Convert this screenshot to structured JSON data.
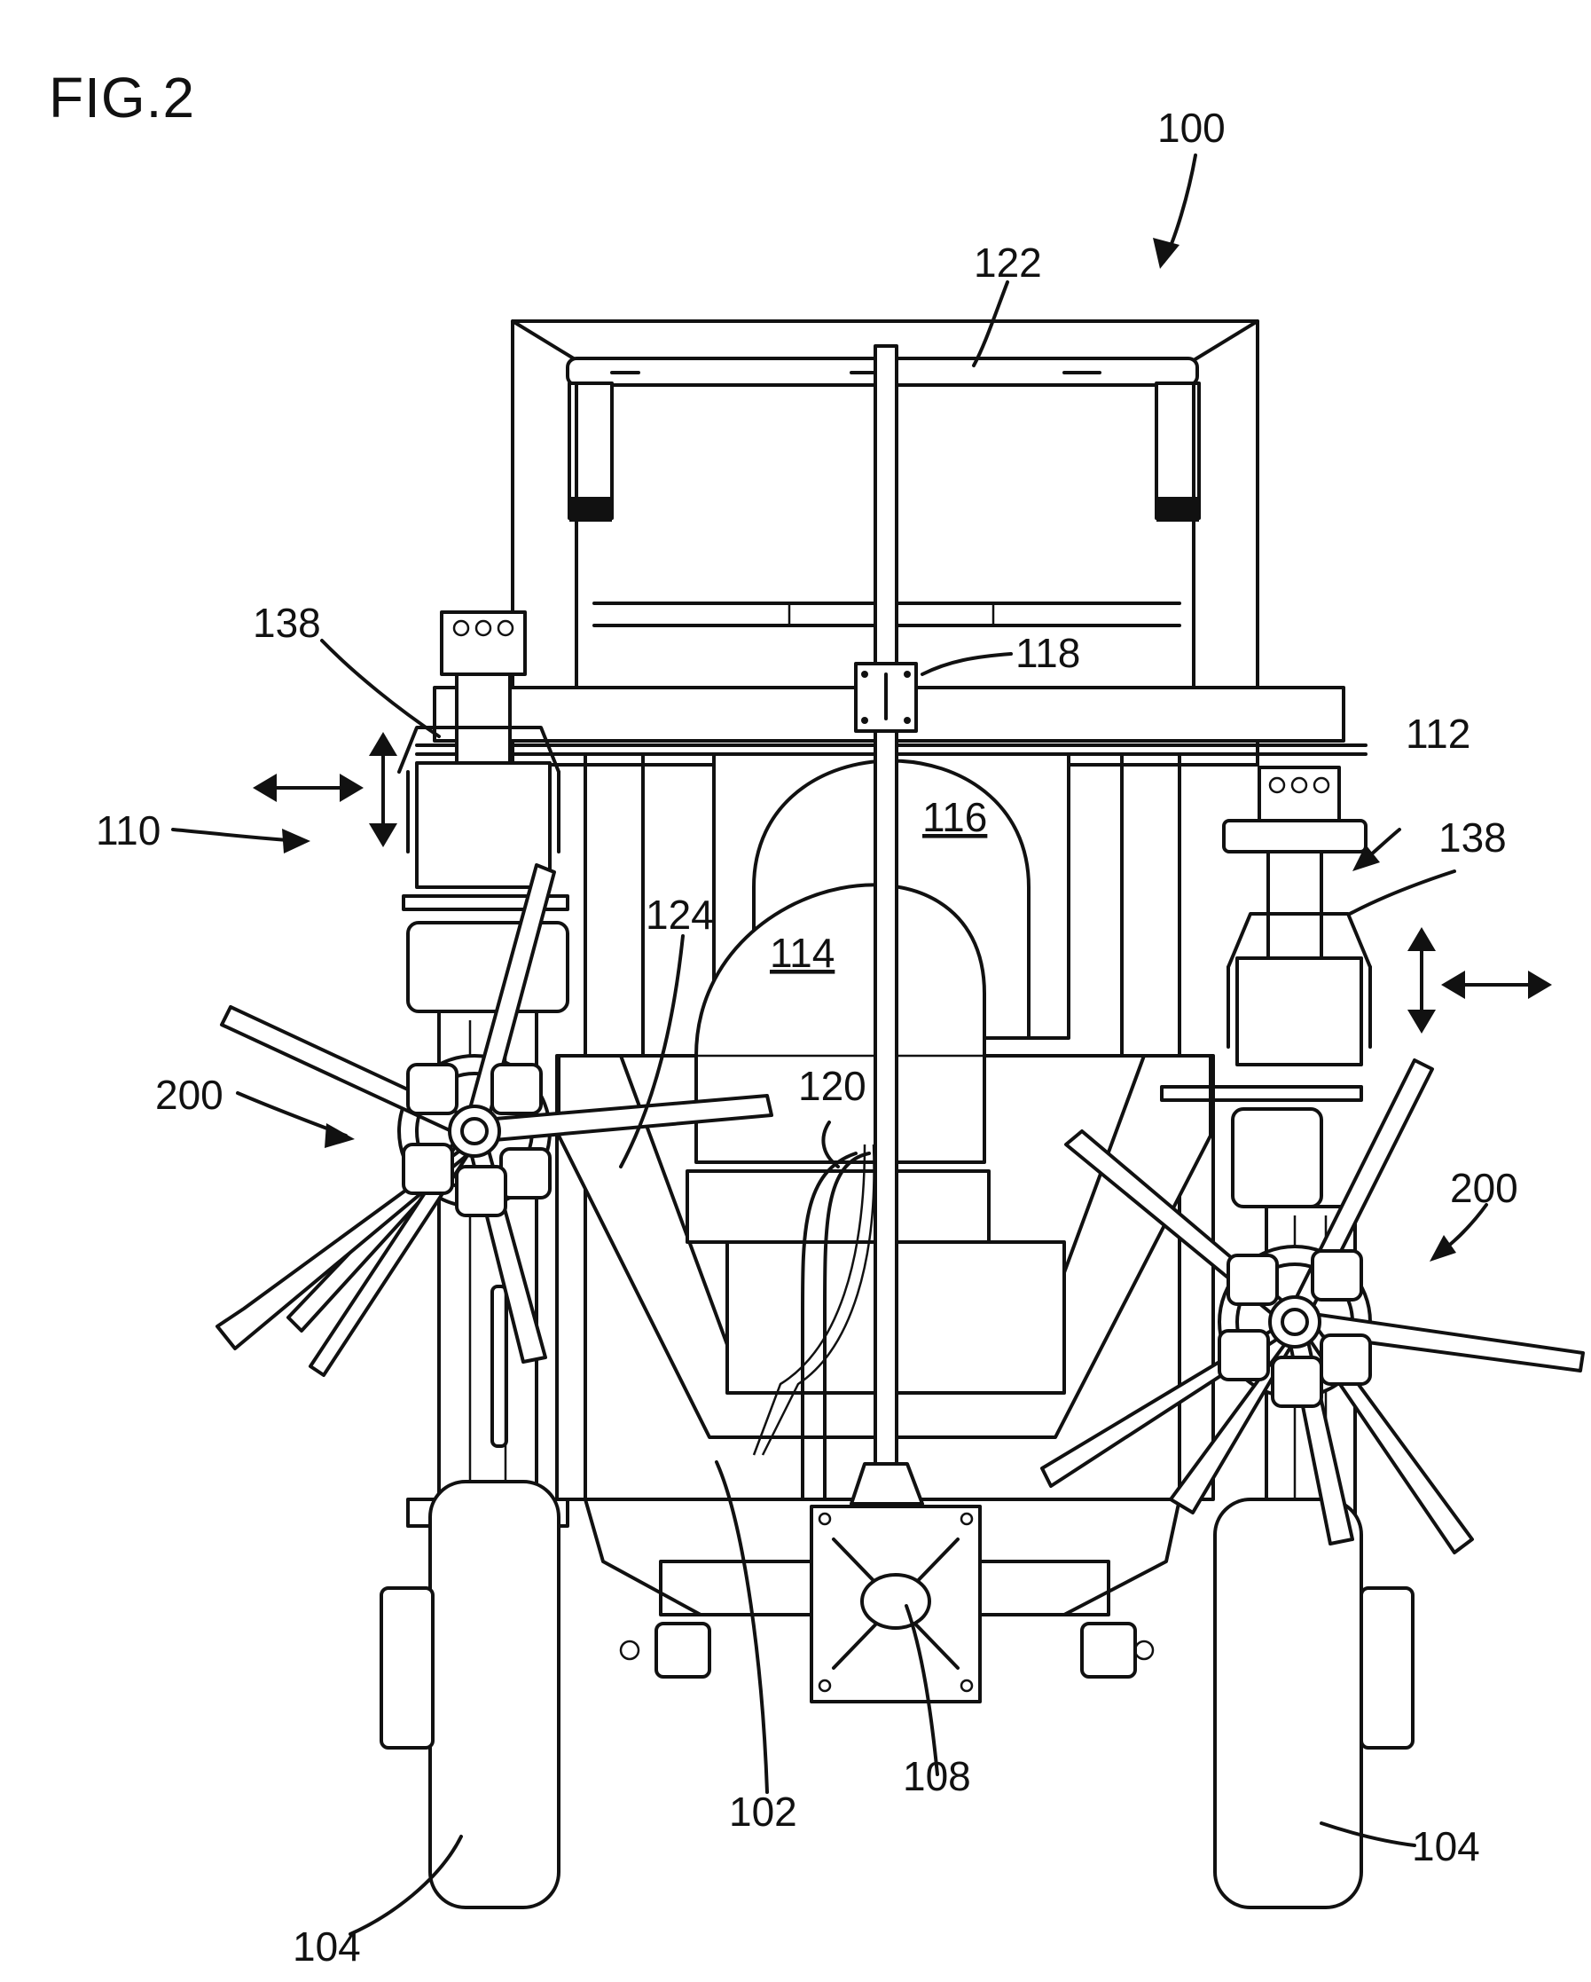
{
  "figure": {
    "title": "FIG.2"
  },
  "reference_numerals": {
    "machine": "100",
    "frame": "102",
    "wheel_left": "104",
    "wheel_right": "104",
    "hitch": "108",
    "left_assembly": "110",
    "right_assembly": "112",
    "tank_front": "114",
    "tank_rear": "116",
    "mast_bracket": "118",
    "hose": "120",
    "top_bar": "122",
    "frame_arm": "124",
    "linkage_left": "138",
    "linkage_right": "138",
    "rotor_left": "200",
    "rotor_right": "200"
  },
  "colors": {
    "line": "#111111",
    "background": "#ffffff"
  }
}
